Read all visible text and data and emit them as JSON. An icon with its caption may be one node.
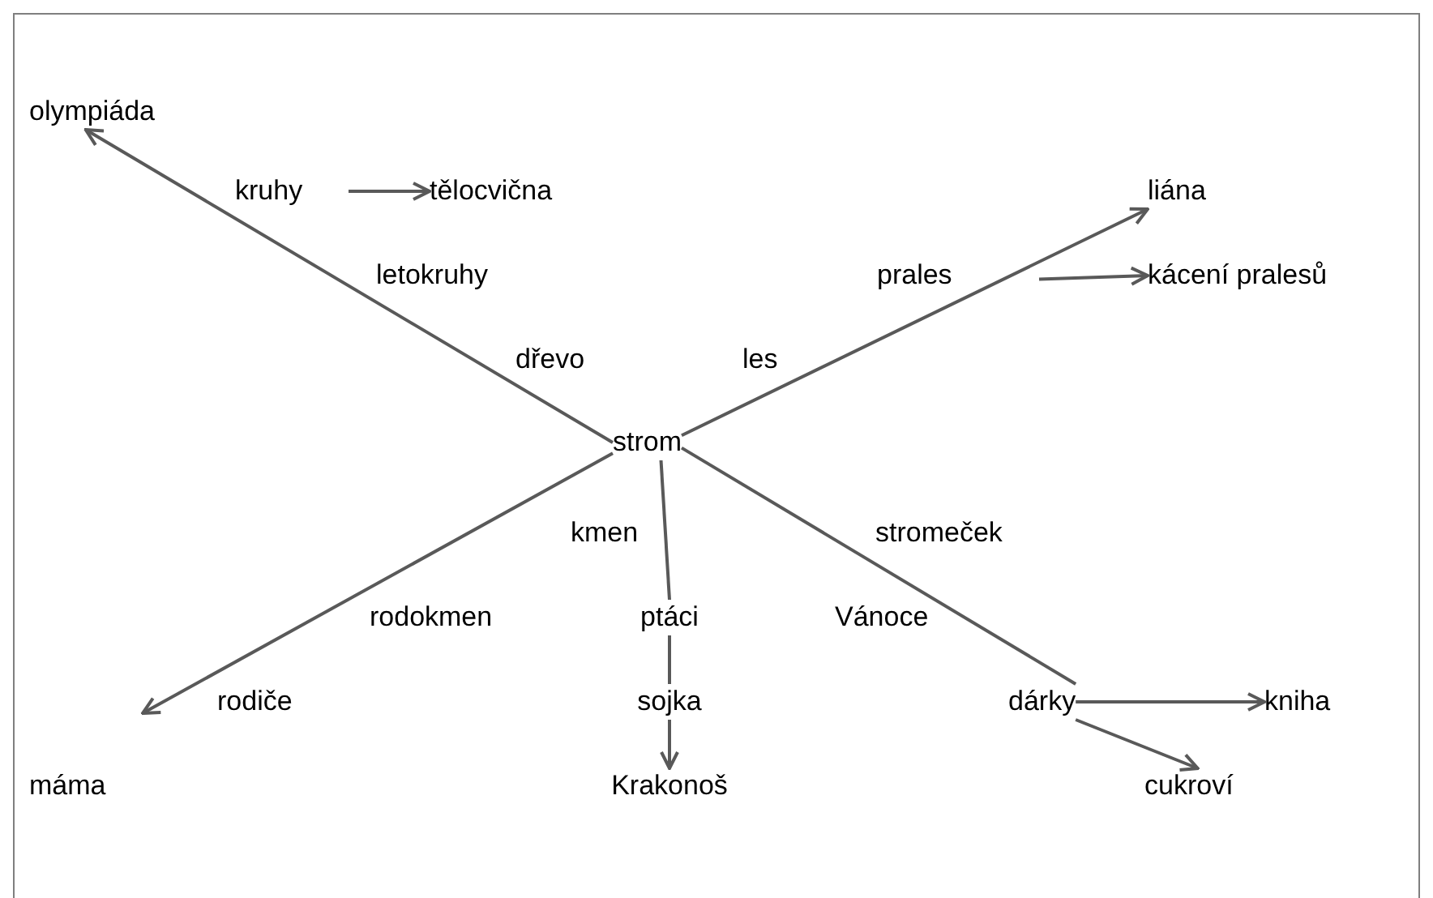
{
  "diagram": {
    "nodes": [
      {
        "text": [
          "olympiáda"
        ]
      },
      {
        "text": [
          "kruhy"
        ]
      },
      {
        "text": [
          "tělocvična"
        ]
      },
      {
        "text": [
          "liána"
        ]
      },
      {
        "text": [
          "letokruhy"
        ]
      },
      {
        "text": [
          "prales"
        ]
      },
      {
        "text": [
          "kácení pralesů"
        ]
      },
      {
        "text": [
          "dřevo"
        ]
      },
      {
        "text": [
          "les"
        ]
      },
      {
        "text": [
          "strom"
        ]
      },
      {
        "text": [
          "kmen"
        ]
      },
      {
        "text": [
          "stromeček"
        ]
      },
      {
        "text": [
          "rodokmen"
        ]
      },
      {
        "text": [
          "ptáci"
        ]
      },
      {
        "text": [
          "Vánoce"
        ]
      },
      {
        "text": [
          "rodiče"
        ]
      },
      {
        "text": [
          "sojka"
        ]
      },
      {
        "text": [
          "dárky"
        ]
      },
      {
        "text": [
          "kniha"
        ]
      },
      {
        "text": [
          "máma"
        ]
      },
      {
        "text": [
          "Krakonoš"
        ]
      },
      {
        "text": [
          "cukroví"
        ]
      }
    ],
    "edges": [
      {
        "from": 9,
        "to": 0,
        "arrow": "to"
      },
      {
        "from": 1,
        "to": 2,
        "arrow": "to"
      },
      {
        "from": 9,
        "to": 3,
        "arrow": "to"
      },
      {
        "from": 5,
        "to": 6,
        "arrow": "to"
      },
      {
        "from": 9,
        "to": 19,
        "arrow": "to"
      },
      {
        "from": 9,
        "to": 13,
        "arrow": "none"
      },
      {
        "from": 13,
        "to": 16,
        "arrow": "none"
      },
      {
        "from": 16,
        "to": 20,
        "arrow": "to"
      },
      {
        "from": 9,
        "to": 17,
        "arrow": "none"
      },
      {
        "from": 17,
        "to": 18,
        "arrow": "to"
      },
      {
        "from": 17,
        "to": 21,
        "arrow": "to"
      }
    ]
  }
}
